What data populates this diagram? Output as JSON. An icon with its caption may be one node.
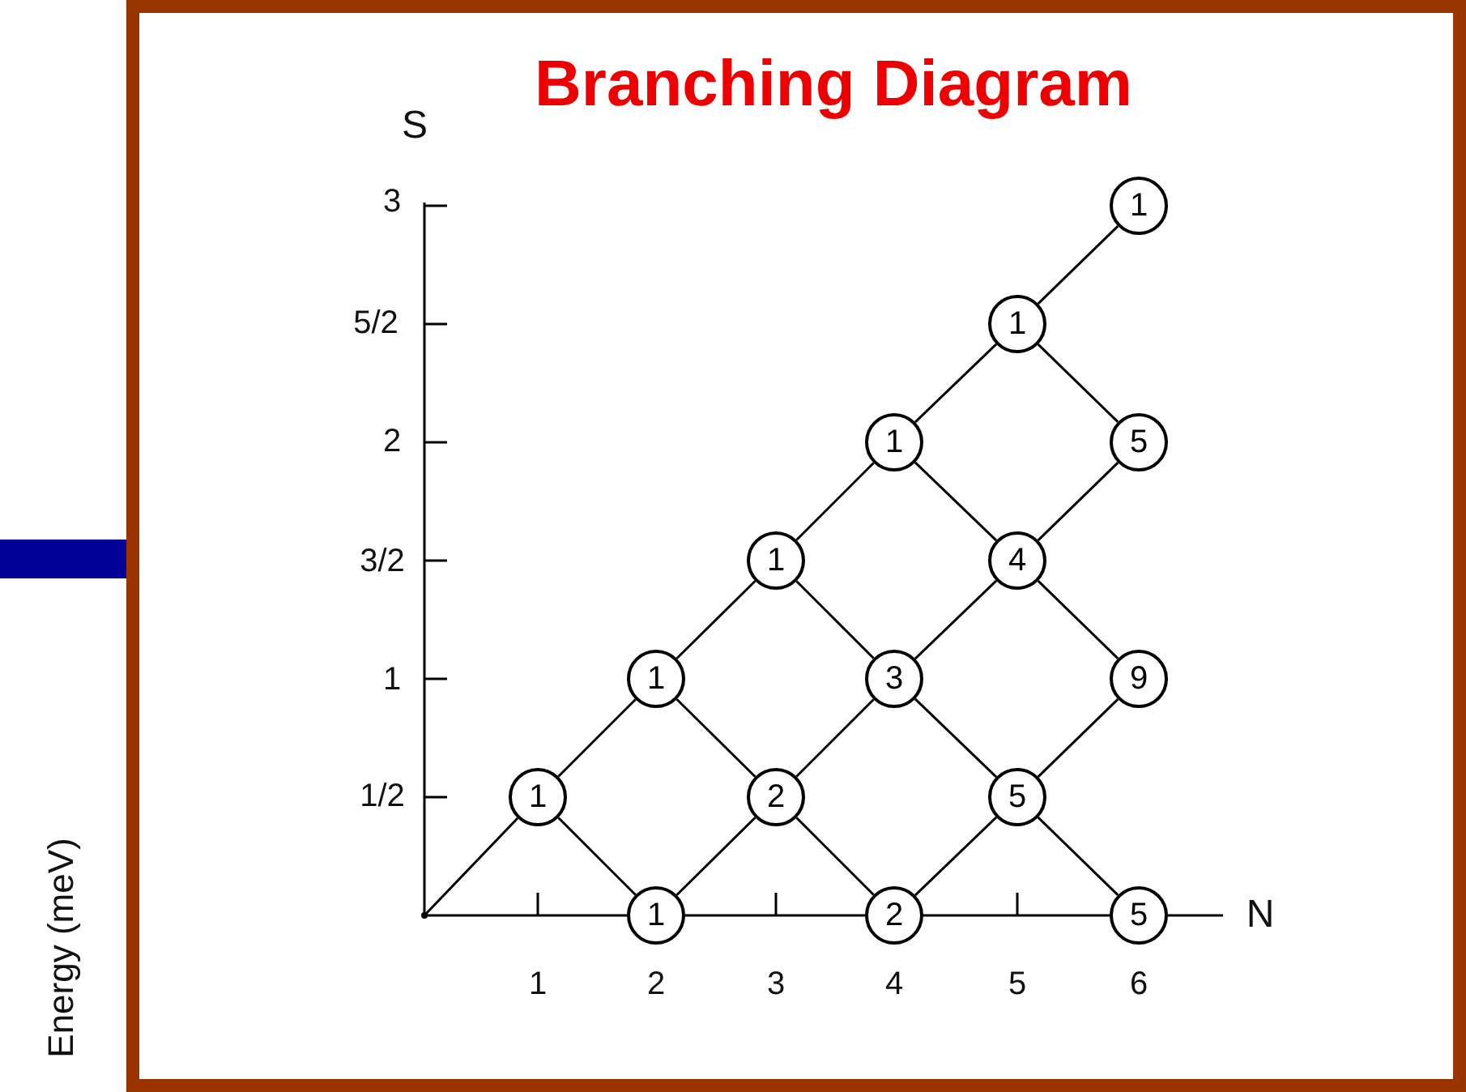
{
  "diagram": {
    "title": "Branching Diagram",
    "nodes": [
      {
        "text": [],
        "shape": "point"
      },
      {
        "text": [
          "1"
        ]
      },
      {
        "text": [
          "1"
        ]
      },
      {
        "text": [
          "1"
        ]
      },
      {
        "text": [
          "1"
        ]
      },
      {
        "text": [
          "2"
        ]
      },
      {
        "text": [
          "1"
        ]
      },
      {
        "text": [
          "3"
        ]
      },
      {
        "text": [
          "2"
        ]
      },
      {
        "text": [
          "1"
        ]
      },
      {
        "text": [
          "4"
        ]
      },
      {
        "text": [
          "5"
        ]
      },
      {
        "text": [
          "1"
        ]
      },
      {
        "text": [
          "5"
        ]
      },
      {
        "text": [
          "9"
        ]
      },
      {
        "text": [
          "5"
        ]
      }
    ],
    "edges": [
      {
        "from": 0,
        "to": 1,
        "arrow": "none"
      },
      {
        "from": 1,
        "to": 2,
        "arrow": "none"
      },
      {
        "from": 1,
        "to": 3,
        "arrow": "none"
      },
      {
        "from": 2,
        "to": 4,
        "arrow": "none"
      },
      {
        "from": 2,
        "to": 5,
        "arrow": "none"
      },
      {
        "from": 3,
        "to": 5,
        "arrow": "none"
      },
      {
        "from": 4,
        "to": 6,
        "arrow": "none"
      },
      {
        "from": 4,
        "to": 7,
        "arrow": "none"
      },
      {
        "from": 5,
        "to": 7,
        "arrow": "none"
      },
      {
        "from": 5,
        "to": 8,
        "arrow": "none"
      },
      {
        "from": 6,
        "to": 9,
        "arrow": "none"
      },
      {
        "from": 6,
        "to": 10,
        "arrow": "none"
      },
      {
        "from": 7,
        "to": 10,
        "arrow": "none"
      },
      {
        "from": 7,
        "to": 11,
        "arrow": "none"
      },
      {
        "from": 8,
        "to": 11,
        "arrow": "none"
      },
      {
        "from": 9,
        "to": 12,
        "arrow": "none"
      },
      {
        "from": 9,
        "to": 13,
        "arrow": "none"
      },
      {
        "from": 10,
        "to": 13,
        "arrow": "none"
      },
      {
        "from": 10,
        "to": 14,
        "arrow": "none"
      },
      {
        "from": 11,
        "to": 14,
        "arrow": "none"
      },
      {
        "from": 11,
        "to": 15,
        "arrow": "none"
      }
    ],
    "labels": [
      "S",
      "3",
      "5/2",
      "2",
      "3/2",
      "1",
      "1/2",
      "N",
      "1",
      "2",
      "3",
      "4",
      "5",
      "6",
      "Energy (meV)"
    ]
  }
}
